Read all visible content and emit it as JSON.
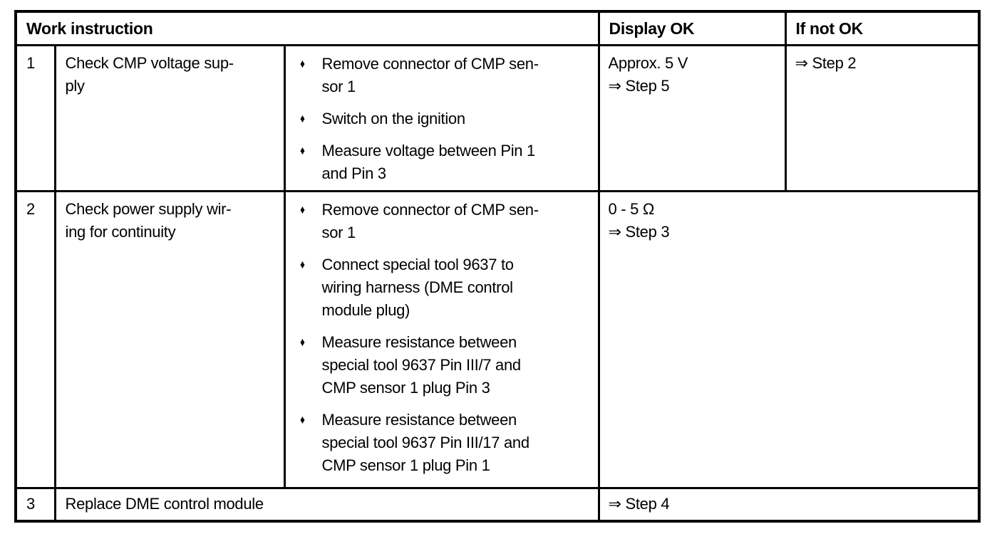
{
  "colors": {
    "border": "#000000",
    "text": "#000000",
    "background": "#ffffff"
  },
  "icons": {
    "bullet": "♦"
  },
  "table": {
    "headers": {
      "work_instruction": "Work instruction",
      "display_ok": "Display OK",
      "if_not_ok": "If not OK"
    },
    "rows": [
      {
        "step": "1",
        "task": [
          "Check CMP voltage sup-",
          "ply"
        ],
        "bullets": [
          [
            "Remove connector of CMP sen-",
            "sor 1"
          ],
          [
            "Switch on the ignition"
          ],
          [
            "Measure voltage between Pin 1",
            "and Pin 3"
          ]
        ],
        "display_ok": [
          "Approx. 5 V",
          "⇒ Step 5"
        ],
        "if_not_ok": [
          "⇒ Step 2"
        ]
      },
      {
        "step": "2",
        "task": [
          "Check power supply wir-",
          "ing for continuity"
        ],
        "bullets": [
          [
            "Remove connector of CMP sen-",
            "sor 1"
          ],
          [
            "Connect special tool 9637 to",
            "wiring harness (DME control",
            "module plug)"
          ],
          [
            "Measure resistance between",
            "special tool 9637 Pin III/7 and",
            "CMP sensor 1 plug Pin 3"
          ],
          [
            "Measure resistance between",
            "special tool 9637 Pin III/17 and",
            "CMP sensor 1 plug Pin 1"
          ]
        ],
        "display_ok": [
          "0 - 5 Ω",
          "⇒ Step 3"
        ]
      },
      {
        "step": "3",
        "task": "Replace DME control module",
        "display_ok": "⇒ Step 4"
      }
    ]
  }
}
